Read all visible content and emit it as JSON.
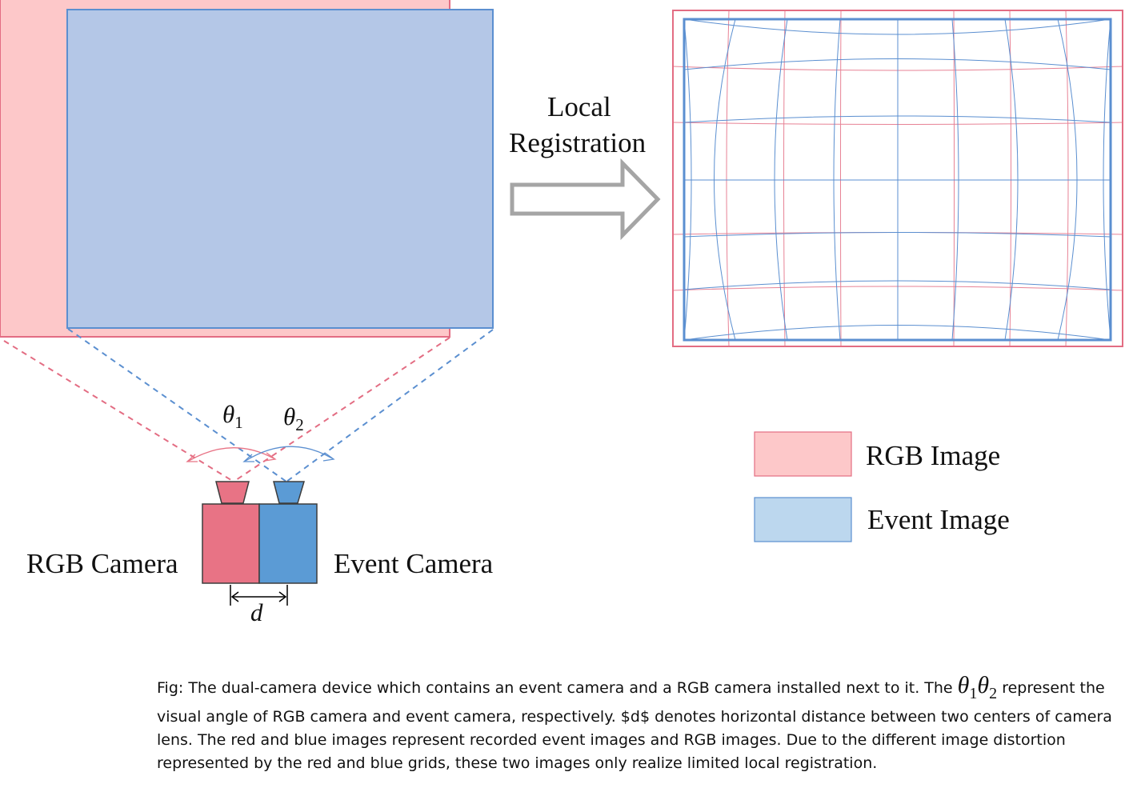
{
  "diagram": {
    "arrow_label_line1": "Local",
    "arrow_label_line2": "Registration",
    "theta1": "θ",
    "theta1_sub": "1",
    "theta2": "θ",
    "theta2_sub": "2",
    "rgb_camera_label": "RGB Camera",
    "event_camera_label": "Event Camera",
    "distance_label": "d"
  },
  "legend": {
    "items": [
      {
        "label": "RGB Image",
        "color": "#fdc8c9"
      },
      {
        "label": "Event Image",
        "color": "#bcd7ee"
      }
    ]
  },
  "colors": {
    "rgb_fill": "#fdc8c9",
    "rgb_stroke": "#e36d83",
    "event_fill": "#b4c7e7",
    "event_stroke": "#5b8fd0",
    "camera_rgb": "#e87385",
    "camera_event": "#5b9bd5",
    "arrow_stroke": "#a5a5a5"
  },
  "caption": {
    "prefix": "Fig: The dual-camera device which contains an event camera and a RGB camera installed next to it. The ",
    "theta1": "θ",
    "theta1_sub": "1",
    "theta2": "θ",
    "theta2_sub": "2",
    "suffix": " represent the visual angle of RGB camera and event camera, respectively. $d$ denotes horizontal distance between two centers of camera lens. The red and blue images represent recorded event images and RGB images. Due to the different image distortion represented by the red and blue grids, these two images only realize limited local registration."
  }
}
